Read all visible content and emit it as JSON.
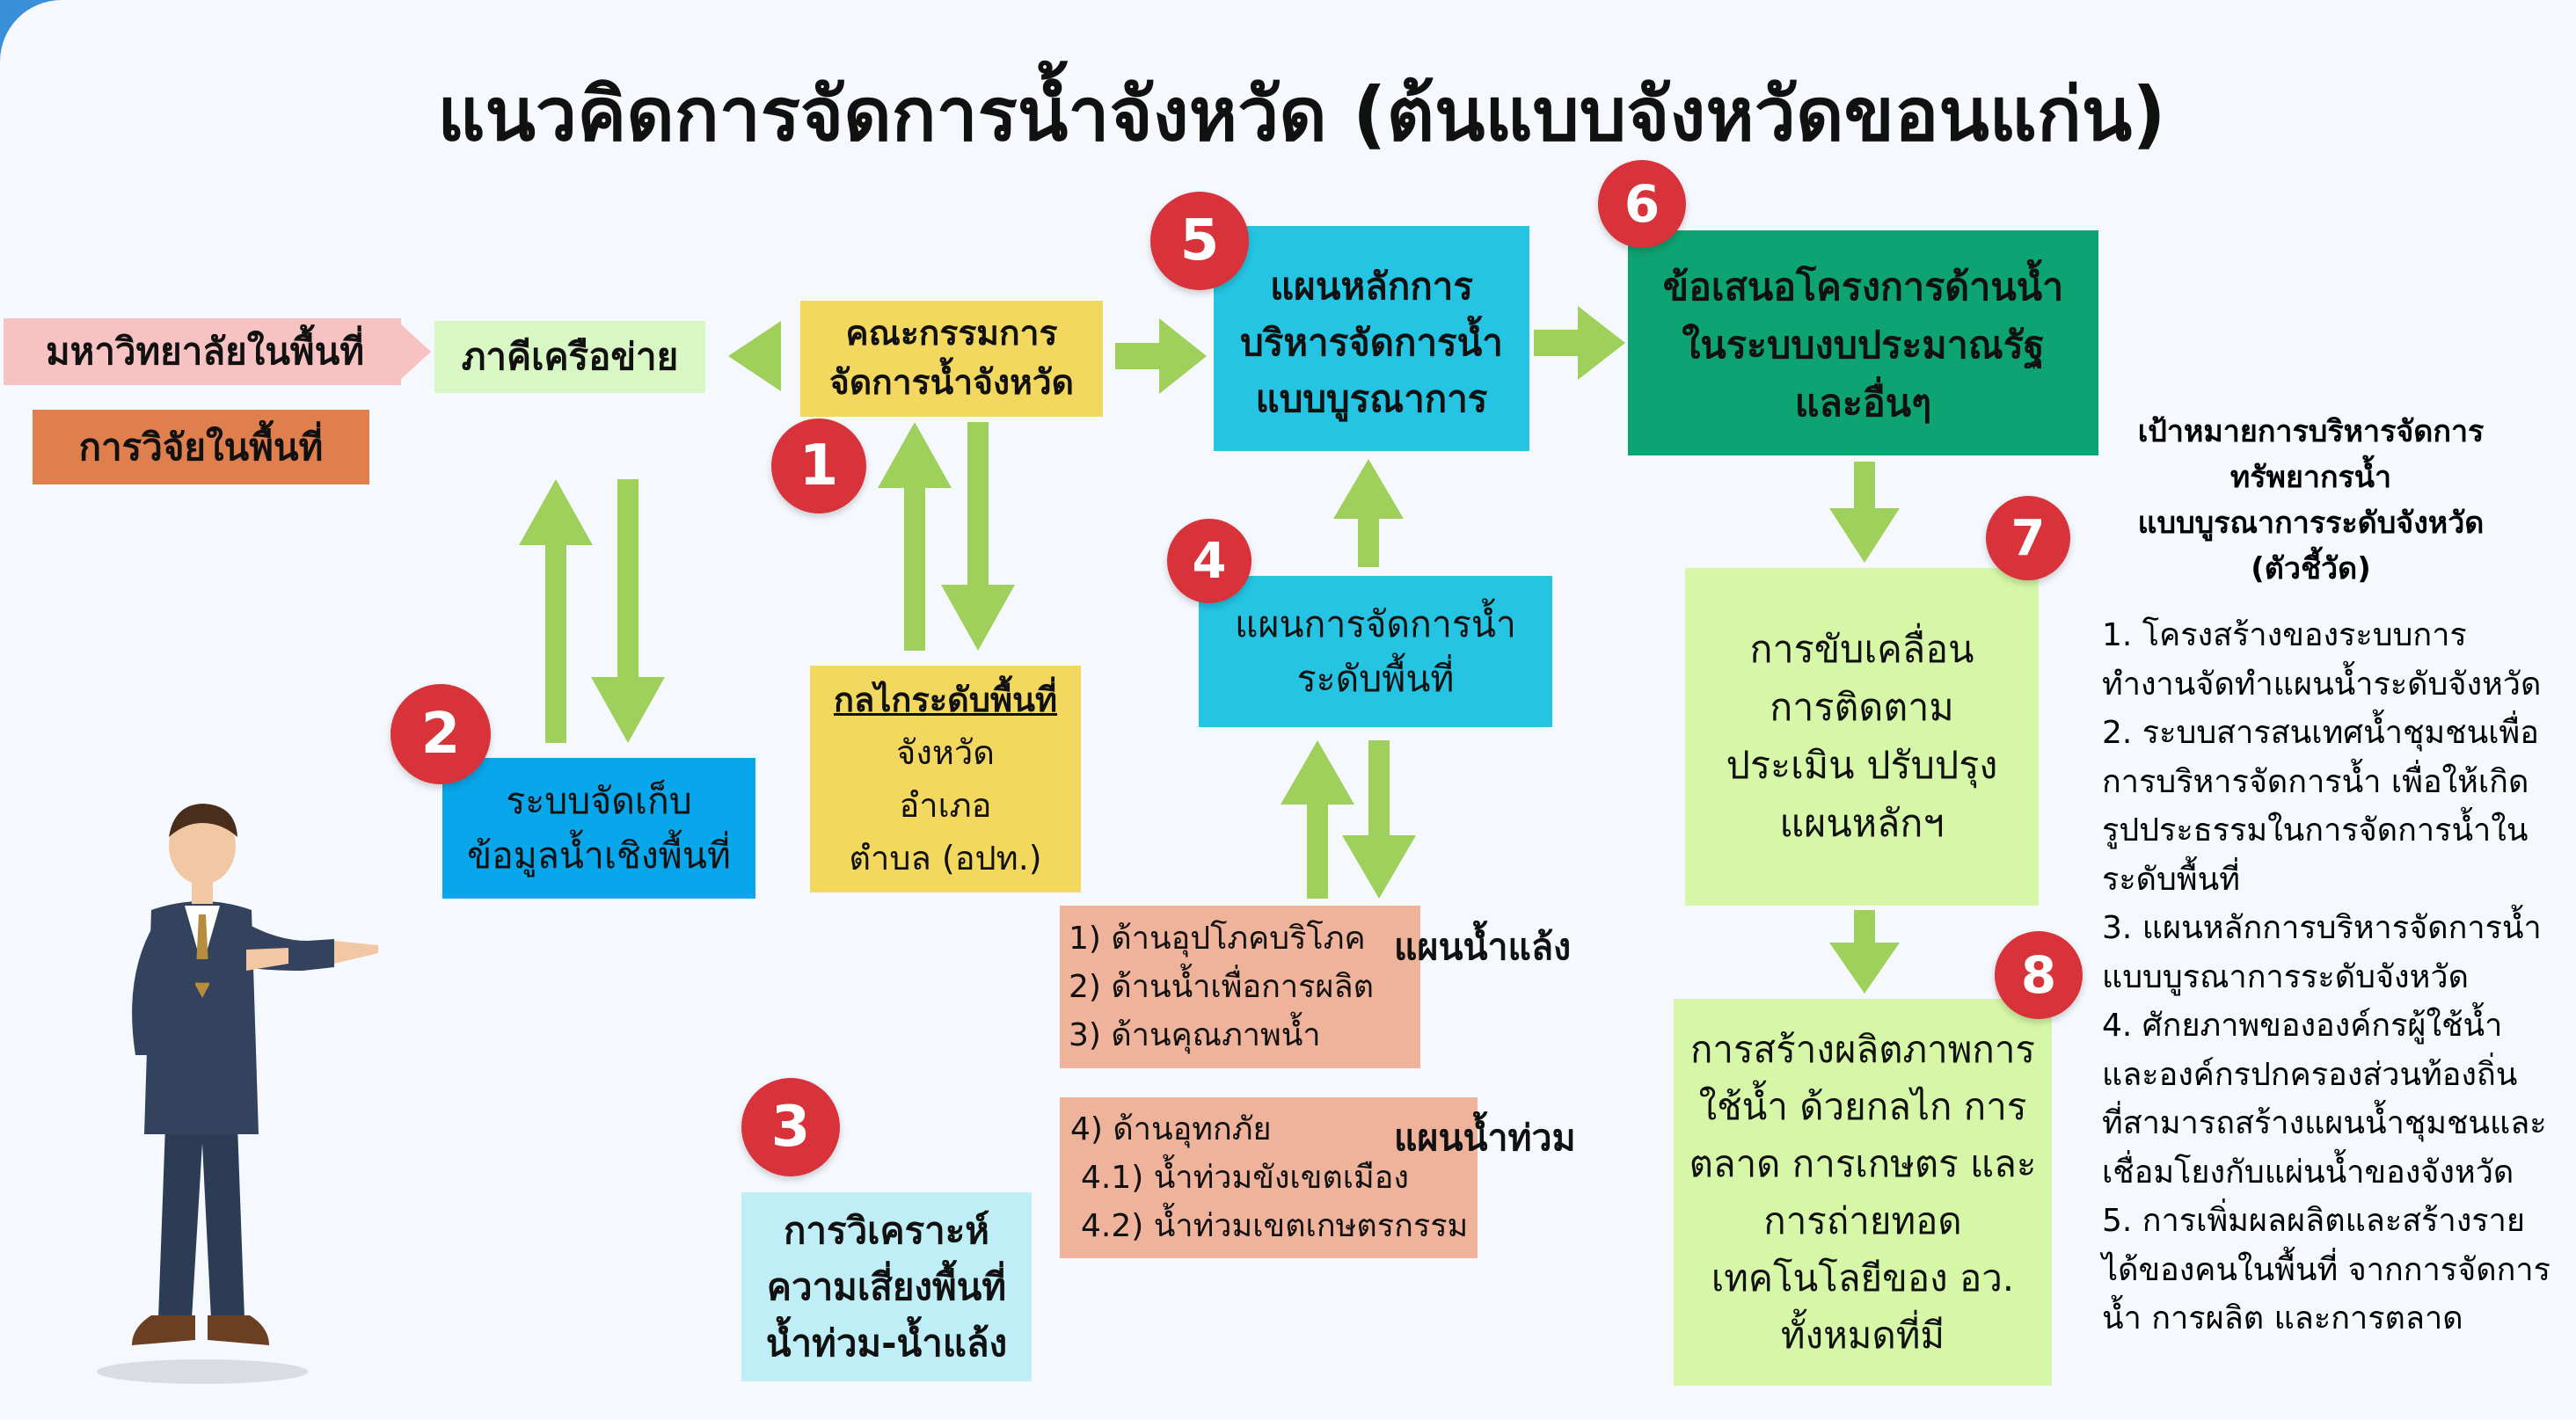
{
  "title": "แนวคิดการจัดการน้ำจังหวัด (ต้นแบบจังหวัดขอนแก่น)",
  "boxes": {
    "university": "มหาวิทยาลัยในพื้นที่",
    "research": "การวิจัยในพื้นที่",
    "network": "ภาคีเครือข่าย",
    "committee": [
      "คณะกรรมการ",
      "จัดการน้ำจังหวัด"
    ],
    "master_plan": [
      "แผนหลักการ",
      "บริหารจัดการน้ำ",
      "แบบบูรณาการ"
    ],
    "proposal": [
      "ข้อเสนอโครงการด้านน้ำ",
      "ในระบบงบประมาณรัฐ",
      "และอื่นๆ"
    ],
    "mechanism_title": "กลไกระดับพื้นที่",
    "mechanism_lines": [
      "จังหวัด",
      "อำเภอ",
      "ตำบล (อปท.)"
    ],
    "database": [
      "ระบบจัดเก็บ",
      "ข้อมูลน้ำเชิงพื้นที่"
    ],
    "area_plan": [
      "แผนการจัดการน้ำ",
      "ระดับพื้นที่"
    ],
    "drive": [
      "การขับเคลื่อน",
      "การติดตาม",
      "ประเมิน ปรับปรุง",
      "แผนหลักฯ"
    ],
    "productivity": [
      "การสร้างผลิตภาพการ",
      "ใช้น้ำ ด้วยกลไก การ",
      "ตลาด การเกษตร และ",
      "การถ่ายทอด",
      "เทคโนโลยีของ อว.",
      "ทั้งหมดที่มี"
    ],
    "drought_items": [
      "1) ด้านอุปโภคบริโภค",
      "2) ด้านน้ำเพื่อการผลิต",
      "3) ด้านคุณภาพน้ำ"
    ],
    "flood_items": [
      "4) ด้านอุทกภัย",
      "4.1) น้ำท่วมขังเขตเมือง",
      "4.2) น้ำท่วมเขตเกษตรกรรม"
    ],
    "risk": [
      "การวิเคราะห์",
      "ความเสี่ยงพื้นที่",
      "น้ำท่วม-น้ำแล้ง"
    ]
  },
  "labels": {
    "drought_plan": "แผนน้ำแล้ง",
    "flood_plan": "แผนน้ำท่วม"
  },
  "badges": [
    "1",
    "2",
    "3",
    "4",
    "5",
    "6",
    "7",
    "8"
  ],
  "side_panel": {
    "heading": [
      "เป้าหมายการบริหารจัดการ",
      "ทรัพยากรน้ำ",
      "แบบบูรณาการระดับจังหวัด",
      "(ตัวชี้วัด)"
    ],
    "lines": [
      "1. โครงสร้างของระบบการ",
      "ทำงานจัดทำแผนน้ำระดับจังหวัด",
      "2. ระบบสารสนเทศน้ำชุมชนเพื่อ",
      "การบริหารจัดการน้ำ เพื่อให้เกิด",
      "รูปประธรรมในการจัดการน้ำใน",
      "ระดับพื้นที่",
      "3. แผนหลักการบริหารจัดการน้ำ",
      "แบบบูรณาการระดับจังหวัด",
      "4. ศักยภาพขององค์กรผู้ใช้น้ำ",
      "และองค์กรปกครองส่วนท้องถิ่น",
      "ที่สามารถสร้างแผนน้ำชุมชนและ",
      "เชื่อมโยงกับแผ่นน้ำของจังหวัด",
      "5. การเพิ่มผลผลิตและสร้างราย",
      "ได้ของคนในพื้นที่ จากการจัดการ",
      "น้ำ การผลิต และการตลาด"
    ]
  },
  "colors": {
    "arrow": "#9fd05c",
    "badge": "#d8333a",
    "pink": "#f7c2c2",
    "orange": "#e07f4e",
    "light_green": "#d9f6c5",
    "yellow": "#f2d85f",
    "cyan": "#25c4e3",
    "blue": "#08a6ea",
    "dark_green": "#0ea372",
    "lime": "#d6f7a7",
    "salmon": "#efb29b",
    "light_cyan": "#c0eef6"
  }
}
